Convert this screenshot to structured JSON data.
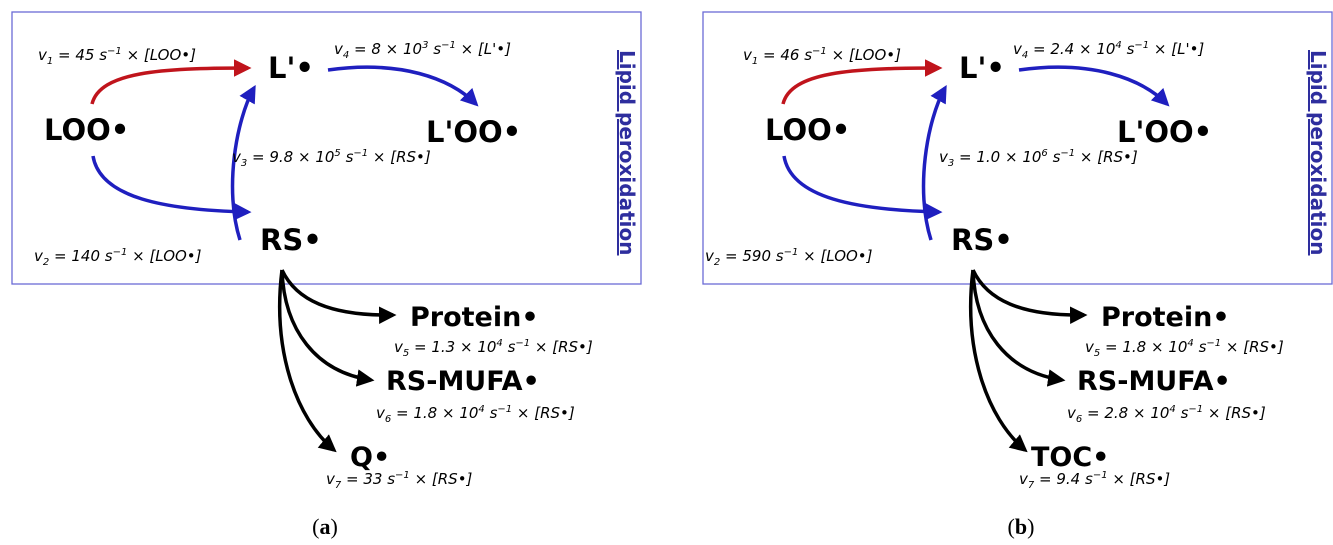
{
  "colors": {
    "red_arrow": "#c0141c",
    "blue_arrow": "#1f1fbf",
    "black_arrow": "#000000",
    "frame": "#6b6bd6",
    "label": "#2e2e9e"
  },
  "panels": [
    {
      "label_open": "(",
      "label_letter": "a",
      "label_close": ")",
      "frame_label": "Lipid peroxidation",
      "species": {
        "loo": "LOO•",
        "lp": "L'•",
        "lpoo": "L'OO•",
        "rs": "RS•",
        "t1": "Protein•",
        "t2": "RS-MUFA•",
        "t3": "Q•"
      },
      "rates": {
        "v1": {
          "v": "v",
          "n": "1",
          "pre": " = 45 s",
          "sup": "−1",
          "post": " × [LOO•]"
        },
        "v2": {
          "v": "v",
          "n": "2",
          "pre": " = 140 s",
          "sup": "−1",
          "post": " × [LOO•]"
        },
        "v3": {
          "v": "v",
          "n": "3",
          "pre": " = 9.8 × 10",
          "sup": "5",
          "mid": " s",
          "sup2": "−1",
          "post": " × [RS•]"
        },
        "v4": {
          "v": "v",
          "n": "4",
          "pre": " = 8 × 10",
          "sup": "3",
          "mid": " s",
          "sup2": "−1",
          "post": " × [L'•]"
        },
        "v5": {
          "v": "v",
          "n": "5",
          "pre": " = 1.3 × 10",
          "sup": "4",
          "mid": " s",
          "sup2": "−1",
          "post": " × [RS•]"
        },
        "v6": {
          "v": "v",
          "n": "6",
          "pre": " = 1.8 × 10",
          "sup": "4",
          "mid": " s",
          "sup2": "−1",
          "post": " × [RS•]"
        },
        "v7": {
          "v": "v",
          "n": "7",
          "pre": " = 33 s",
          "sup": "−1",
          "post": " × [RS•]"
        }
      }
    },
    {
      "label_open": "(",
      "label_letter": "b",
      "label_close": ")",
      "frame_label": "Lipid peroxidation",
      "species": {
        "loo": "LOO•",
        "lp": "L'•",
        "lpoo": "L'OO•",
        "rs": "RS•",
        "t1": "Protein•",
        "t2": "RS-MUFA•",
        "t3": "TOC•"
      },
      "rates": {
        "v1": {
          "v": "v",
          "n": "1",
          "pre": " = 46 s",
          "sup": "−1",
          "post": " × [LOO•]"
        },
        "v2": {
          "v": "v",
          "n": "2",
          "pre": " = 590 s",
          "sup": "−1",
          "post": " × [LOO•]"
        },
        "v3": {
          "v": "v",
          "n": "3",
          "pre": " = 1.0 × 10",
          "sup": "6",
          "mid": " s",
          "sup2": "−1",
          "post": " × [RS•]"
        },
        "v4": {
          "v": "v",
          "n": "4",
          "pre": " = 2.4 × 10",
          "sup": "4",
          "mid": " s",
          "sup2": "−1",
          "post": " × [L'•]"
        },
        "v5": {
          "v": "v",
          "n": "5",
          "pre": " = 1.8 × 10",
          "sup": "4",
          "mid": " s",
          "sup2": "−1",
          "post": " × [RS•]"
        },
        "v6": {
          "v": "v",
          "n": "6",
          "pre": " = 2.8 × 10",
          "sup": "4",
          "mid": " s",
          "sup2": "−1",
          "post": " × [RS•]"
        },
        "v7": {
          "v": "v",
          "n": "7",
          "pre": " = 9.4 s",
          "sup": "−1",
          "post": " × [RS•]"
        }
      }
    }
  ]
}
